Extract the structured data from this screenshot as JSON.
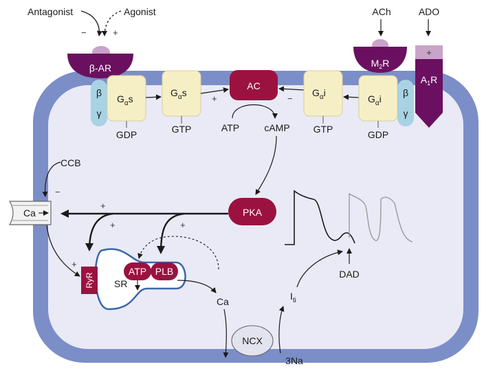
{
  "colors": {
    "membrane": "#7b8ec8",
    "cytoplasm": "#e9eaf6",
    "purple": "#6b1060",
    "crimson": "#9b1240",
    "ligand": "#c9a3c9",
    "gprotein": "#f6efc6",
    "betagamma": "#a8d3e4",
    "sr_outline": "#3a66a6"
  },
  "inputs": {
    "antagonist": "Antagonist",
    "agonist": "Agonist",
    "ach": "ACh",
    "ado": "ADO",
    "ccb": "CCB"
  },
  "receptors": {
    "beta_ar": "β-AR",
    "m2r_main": "M",
    "m2r_sub": "2",
    "m2r_tail": "R",
    "a1r_main": "A",
    "a1r_sub": "1",
    "a1r_tail": "R"
  },
  "gproteins": {
    "beta": "β",
    "gamma": "γ",
    "g": "G",
    "alpha": "α",
    "s": "s",
    "i": "i"
  },
  "nucleotides": {
    "gdp": "GDP",
    "gtp": "GTP",
    "atp": "ATP",
    "camp": "cAMP"
  },
  "enzymes": {
    "ac": "AC",
    "pka": "PKA",
    "ryr": "RyR",
    "sr": "SR",
    "serca_atp": "ATP",
    "plb": "PLB",
    "ncx": "NCX"
  },
  "ions": {
    "ca_channel": "Ca",
    "ca_cytosol": "Ca",
    "sodium": "3Na",
    "iti_main": "I",
    "iti_sub": "ti"
  },
  "trace": {
    "dad": "DAD"
  },
  "signs": {
    "plus": "+",
    "minus": "−"
  }
}
